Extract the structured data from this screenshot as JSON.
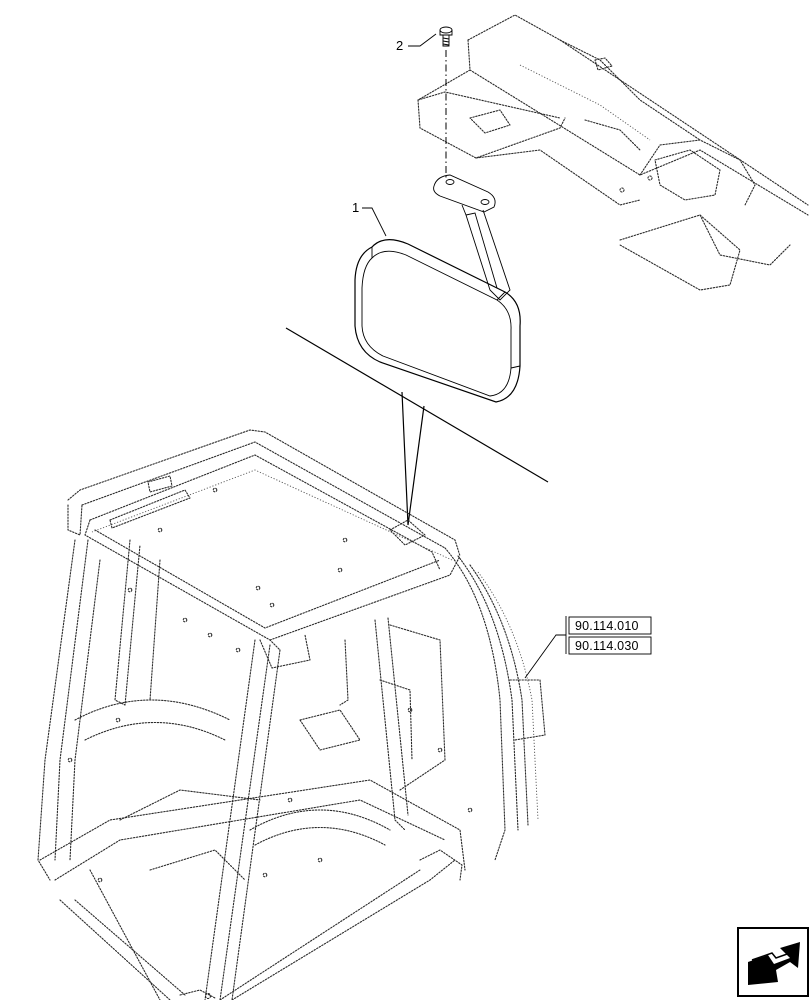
{
  "callouts": [
    {
      "label": "1",
      "part": "rear-view-mirror"
    },
    {
      "label": "2",
      "part": "screw"
    }
  ],
  "references": [
    "90.114.010",
    "90.114.030"
  ],
  "nav_icon": "next-page-arrow-icon"
}
